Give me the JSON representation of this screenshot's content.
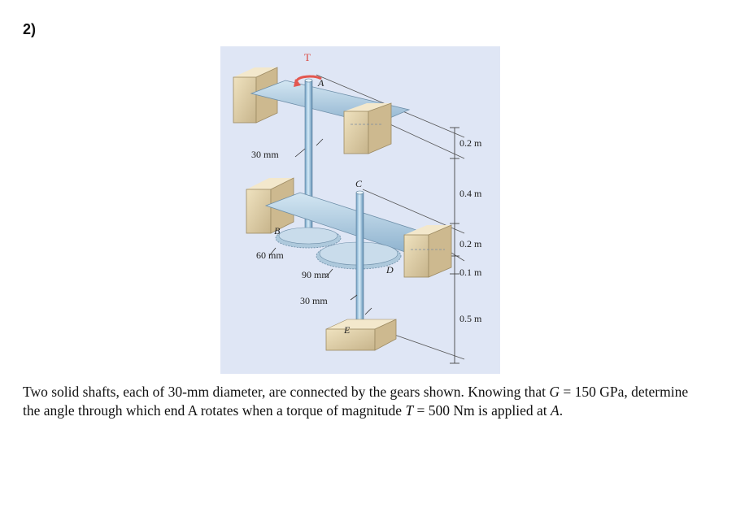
{
  "question_number": "2)",
  "figure": {
    "labels": {
      "torque": "T",
      "end_a": "A",
      "gear_b": "B",
      "end_c": "C",
      "gear_d": "D",
      "end_e": "E",
      "shaft_top_diameter": "30 mm",
      "gear_b_radius": "60 mm",
      "gear_d_radius": "90 mm",
      "shaft_bottom_diameter": "30 mm",
      "dim_1": "0.2 m",
      "dim_2": "0.4 m",
      "dim_3": "0.2 m",
      "dim_4": "0.1 m",
      "dim_5": "0.5 m"
    }
  },
  "problem": {
    "part1": "Two solid shafts, each of 30-mm diameter, are connected by the gears shown. Knowing that ",
    "var_g": "G",
    "part2": " = 150 GPa, determine the angle through which end A rotates when a torque of magnitude ",
    "var_t": "T",
    "part3": " = 500 Nm is applied at ",
    "var_a": "A",
    "part4": "."
  }
}
